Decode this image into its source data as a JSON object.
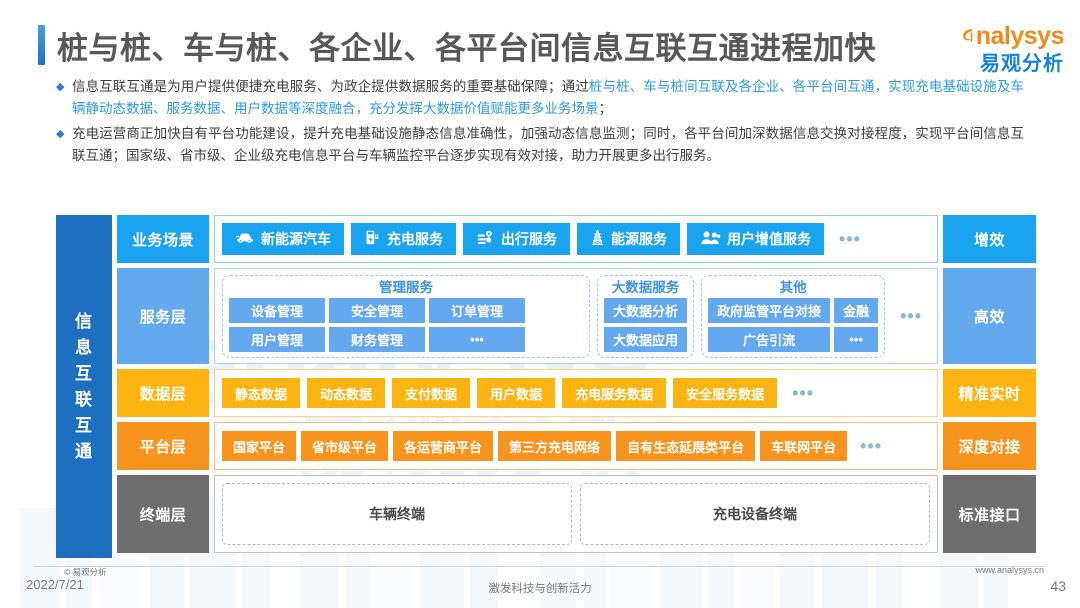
{
  "header": {
    "title": "桩与桩、车与桩、各企业、各平台间信息互联互通进程加快",
    "logo_en": "nalysys",
    "logo_cn": "易观分析"
  },
  "bullets": [
    {
      "segments": [
        {
          "text": "信息互联互通是为用户提供便捷充电服务、为政企提供数据服务的重要基础保障；通过",
          "highlight": false
        },
        {
          "text": "桩与桩、车与桩间互联及各企业、各平台间互通，实现充电基础设施及车辆静动态数据、服务数据、用户数据等深度融合，充分发挥大数据价值赋能更多业务场景",
          "highlight": true
        },
        {
          "text": "；",
          "highlight": false
        }
      ]
    },
    {
      "segments": [
        {
          "text": "充电运营商正加快自有平台功能建设，提升充电基础设施静态信息准确性，加强动态信息监测；同时，各平台间加深数据信息交换对接程度，实现平台间信息互联互通；国家级、省市级、企业级充电信息平台与车辆监控平台逐步实现有效对接，助力开展更多出行服务。",
          "highlight": false
        }
      ]
    }
  ],
  "diagram": {
    "side_band": "信息互联互通",
    "rows": [
      {
        "key": "business",
        "label": "业务场景",
        "right": "增效",
        "color": "#1aa3ef",
        "chips": [
          {
            "label": "新能源汽车",
            "icon": "car-icon"
          },
          {
            "label": "充电服务",
            "icon": "charger-icon"
          },
          {
            "label": "出行服务",
            "icon": "location-pin-icon"
          },
          {
            "label": "能源服务",
            "icon": "power-tower-icon"
          },
          {
            "label": "用户增值服务",
            "icon": "users-icon"
          }
        ],
        "more": "•••"
      },
      {
        "key": "service",
        "label": "服务层",
        "right": "高效",
        "color": "#62a9ee",
        "groups": [
          {
            "title": "管理服务",
            "columns": [
              [
                "设备管理",
                "用户管理"
              ],
              [
                "安全管理",
                "财务管理"
              ],
              [
                "订单管理",
                "•••"
              ]
            ]
          },
          {
            "title": "大数据服务",
            "columns": [
              [
                "大数据分析",
                "大数据应用"
              ]
            ]
          },
          {
            "title": "其他",
            "columns": [
              [
                "政府监管平台对接",
                "广告引流"
              ],
              [
                "金融",
                "•••"
              ]
            ]
          }
        ],
        "more": "•••"
      },
      {
        "key": "data",
        "label": "数据层",
        "right": "精准实时",
        "color": "#fbb412",
        "chips": [
          {
            "label": "静态数据"
          },
          {
            "label": "动态数据"
          },
          {
            "label": "支付数据"
          },
          {
            "label": "用户数据"
          },
          {
            "label": "充电服务数据"
          },
          {
            "label": "安全服务数据"
          }
        ],
        "more": "•••"
      },
      {
        "key": "platform",
        "label": "平台层",
        "right": "深度对接",
        "color": "#f7941d",
        "chips": [
          {
            "label": "国家平台"
          },
          {
            "label": "省市级平台"
          },
          {
            "label": "各运营商平台"
          },
          {
            "label": "第三方充电网络"
          },
          {
            "label": "自有生态延展类平台"
          },
          {
            "label": "车联网平台"
          }
        ],
        "more": "•••"
      },
      {
        "key": "terminal",
        "label": "终端层",
        "right": "标准接口",
        "color": "#6e6e6e",
        "boxes": [
          "车辆终端",
          "充电设备终端"
        ]
      }
    ]
  },
  "footer": {
    "copyright": "© 易观分析",
    "date": "2022/7/21",
    "slogan": "激发科技与创新活力",
    "website": "www.analysys.cn",
    "page": "43"
  },
  "colors": {
    "title": "#585858",
    "accent_blue": "#1aa3ef",
    "brand_orange": "#f08a1e",
    "brand_blue": "#1682d4"
  }
}
